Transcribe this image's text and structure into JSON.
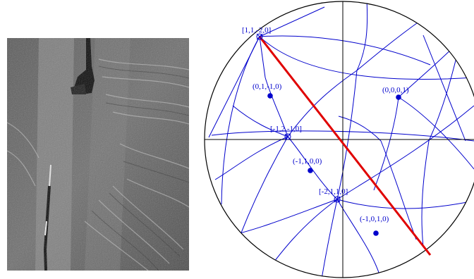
{
  "micrograph": {
    "kind": "grayscale electron micrograph",
    "icon": "micrograph-image"
  },
  "stereogram": {
    "colors": {
      "circle": "#000000",
      "axes": "#000000",
      "great_circles": "#0000cc",
      "poles": "#0000cc",
      "trace_line": "#e00000"
    },
    "poles": [
      {
        "label": "[1,1,-2,0]",
        "symbol": "crossed-circle"
      },
      {
        "label": "(0,1,-1,0)",
        "symbol": "filled-dot"
      },
      {
        "label": "(0,0,0,1)",
        "symbol": "filled-dot"
      },
      {
        "label": "[-1,2,-1,0]",
        "symbol": "crossed-circle"
      },
      {
        "label": "(-1,1,0,0)",
        "symbol": "filled-dot"
      },
      {
        "label": "[-2,1,1,0]",
        "symbol": "crossed-circle"
      },
      {
        "label": "(-1,0,1,0)",
        "symbol": "filled-dot"
      }
    ]
  }
}
